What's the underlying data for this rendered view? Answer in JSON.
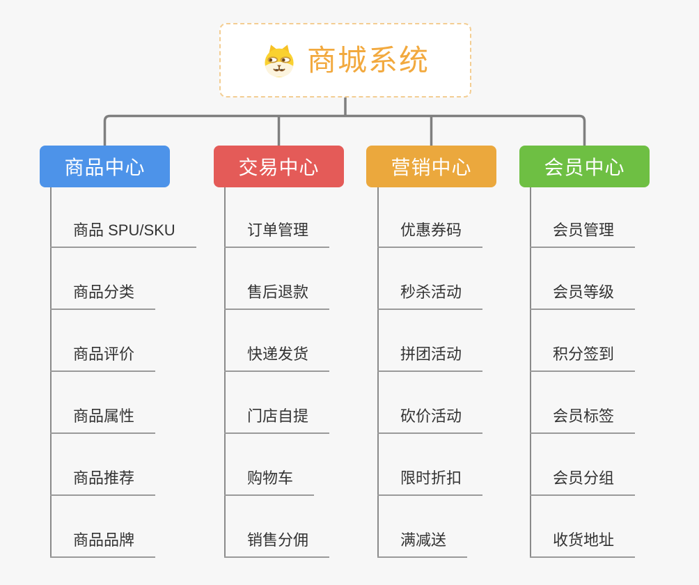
{
  "root": {
    "title": "商城系统",
    "icon": "dog-face-icon",
    "color": "#f2a93e"
  },
  "branches": [
    {
      "label": "商品中心",
      "color": "#4d93e9",
      "items": [
        "商品 SPU/SKU",
        "商品分类",
        "商品评价",
        "商品属性",
        "商品推荐",
        "商品品牌"
      ]
    },
    {
      "label": "交易中心",
      "color": "#e45b58",
      "items": [
        "订单管理",
        "售后退款",
        "快递发货",
        "门店自提",
        "购物车",
        "销售分佣"
      ]
    },
    {
      "label": "营销中心",
      "color": "#eba83d",
      "items": [
        "优惠券码",
        "秒杀活动",
        "拼团活动",
        "砍价活动",
        "限时折扣",
        "满减送"
      ]
    },
    {
      "label": "会员中心",
      "color": "#6ebf43",
      "items": [
        "会员管理",
        "会员等级",
        "积分签到",
        "会员标签",
        "会员分组",
        "收货地址"
      ]
    }
  ],
  "connector_color": "#7f7f7f"
}
